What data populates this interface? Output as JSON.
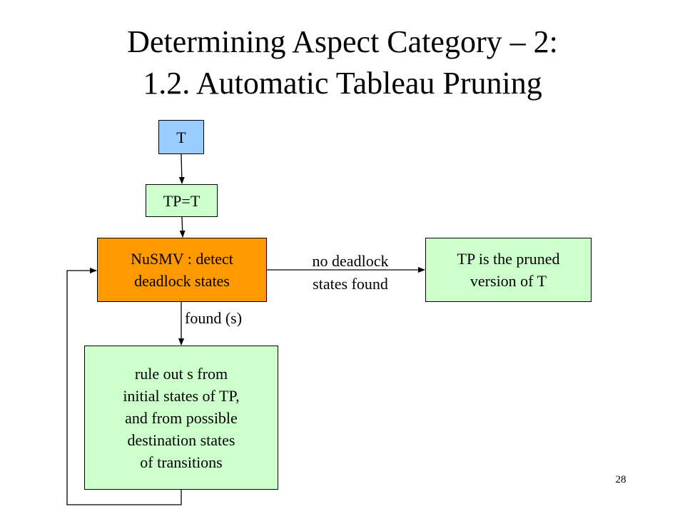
{
  "title": {
    "line1": "Determining Aspect Category – 2:",
    "line2": "1.2. Automatic Tableau Pruning"
  },
  "nodes": {
    "t": {
      "label": "T",
      "color": "#99ccff"
    },
    "tp": {
      "label": "TP=T",
      "color": "#ccffcc"
    },
    "nusmv": {
      "label": "NuSMV : detect\ndeadlock states",
      "color": "#ff9900"
    },
    "pruned": {
      "label": "TP is the pruned\nversion of T",
      "color": "#ccffcc"
    },
    "rule_out": {
      "label": "rule out s from\ninitial states of TP,\nand from possible\ndestination states\nof transitions",
      "color": "#ccffcc"
    }
  },
  "edge_labels": {
    "no_deadlock": "no deadlock\nstates found",
    "found": "found (s)"
  },
  "page_number": "28"
}
